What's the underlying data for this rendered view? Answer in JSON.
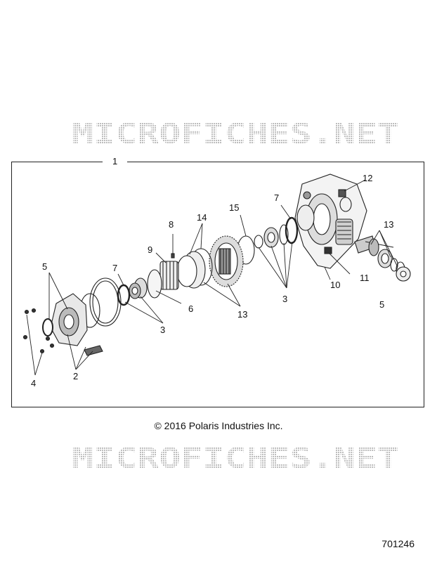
{
  "watermark": "MICROFICHES.NET",
  "assembly_label": "1",
  "callouts": {
    "c12": "12",
    "c13a": "13",
    "c7a": "7",
    "c15": "15",
    "c14": "14",
    "c8": "8",
    "c9": "9",
    "c11": "11",
    "c10": "10",
    "c5a": "5",
    "c5b": "5",
    "c7b": "7",
    "c6": "6",
    "c3a": "3",
    "c3b": "3",
    "c13b": "13",
    "c4": "4",
    "c2": "2"
  },
  "copyright": "© 2016 Polaris Industries Inc.",
  "document_number": "701246"
}
